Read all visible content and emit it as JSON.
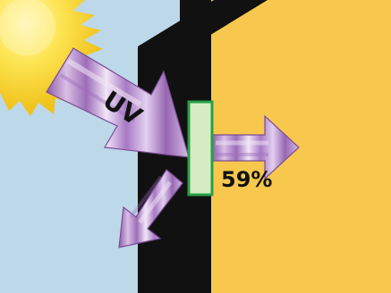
{
  "labels": {
    "uv": "UV",
    "transmitted_percent": "59%"
  },
  "colors": {
    "sky": "#bdd8e8",
    "interior": "#f8c84e",
    "wall": "#111111",
    "arrow_fill": "#c7a3d8",
    "arrow_highlight": "#eddff4",
    "arrow_shadow": "#8c5ea7",
    "glass_fill": "#d5ecc4",
    "glass_border": "#27a045",
    "sun": "#f8df31",
    "sun_core": "#fff6a8"
  },
  "icons": {
    "sun": "sun-icon",
    "incoming_arrow": "uv-incoming-arrow",
    "transmitted_arrow": "uv-transmitted-arrow",
    "reflected_arrow": "uv-reflected-arrow"
  }
}
